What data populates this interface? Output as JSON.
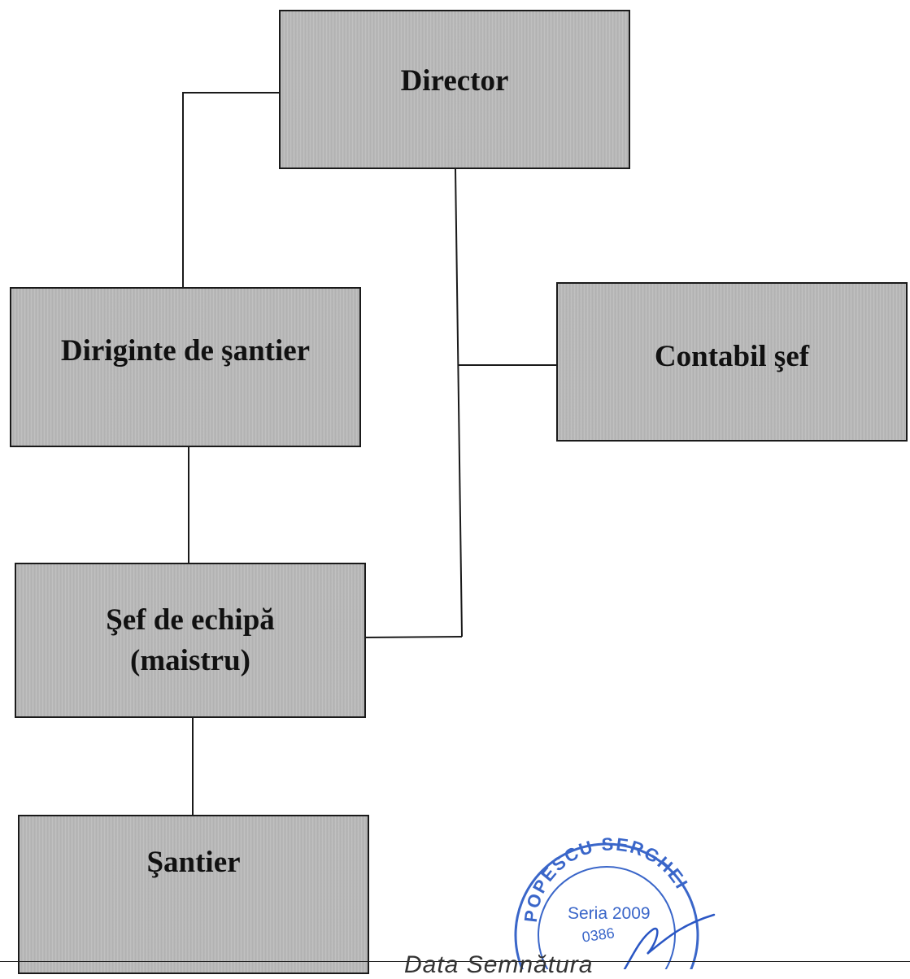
{
  "nodes": {
    "director": "Director",
    "diriginte": "Diriginte de şantier",
    "contabil": "Contabil şef",
    "sef_echipa_line1": "Şef de echipă",
    "sef_echipa_line2": "(maistru)",
    "santier": "Şantier"
  },
  "stamp": {
    "name": "POPESCU SERGHEI",
    "series": "Seria 2009",
    "number": "0386"
  },
  "footer": {
    "text": "Data    Semnătura"
  },
  "colors": {
    "box_fill": "#b9b9b9",
    "box_border": "#1a1a1a",
    "line": "#1a1a1a",
    "stamp": "#3a66c9"
  }
}
